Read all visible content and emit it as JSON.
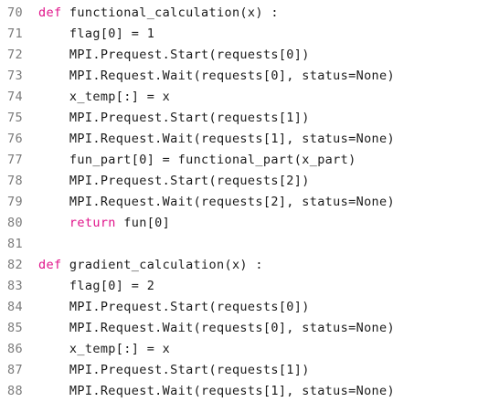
{
  "editor": {
    "keyword_color": "#e0138a",
    "lines": [
      {
        "number": "70",
        "indent": "",
        "keyword": "def",
        "text": " functional_calculation(x) :"
      },
      {
        "number": "71",
        "indent": "    ",
        "keyword": "",
        "text": "flag[0] = 1"
      },
      {
        "number": "72",
        "indent": "    ",
        "keyword": "",
        "text": "MPI.Prequest.Start(requests[0])"
      },
      {
        "number": "73",
        "indent": "    ",
        "keyword": "",
        "text": "MPI.Request.Wait(requests[0], status=None)"
      },
      {
        "number": "74",
        "indent": "    ",
        "keyword": "",
        "text": "x_temp[:] = x"
      },
      {
        "number": "75",
        "indent": "    ",
        "keyword": "",
        "text": "MPI.Prequest.Start(requests[1])"
      },
      {
        "number": "76",
        "indent": "    ",
        "keyword": "",
        "text": "MPI.Request.Wait(requests[1], status=None)"
      },
      {
        "number": "77",
        "indent": "    ",
        "keyword": "",
        "text": "fun_part[0] = functional_part(x_part)"
      },
      {
        "number": "78",
        "indent": "    ",
        "keyword": "",
        "text": "MPI.Prequest.Start(requests[2])"
      },
      {
        "number": "79",
        "indent": "    ",
        "keyword": "",
        "text": "MPI.Request.Wait(requests[2], status=None)"
      },
      {
        "number": "80",
        "indent": "    ",
        "keyword": "return",
        "text": " fun[0]"
      },
      {
        "number": "81",
        "indent": "",
        "keyword": "",
        "text": ""
      },
      {
        "number": "82",
        "indent": "",
        "keyword": "def",
        "text": " gradient_calculation(x) :"
      },
      {
        "number": "83",
        "indent": "    ",
        "keyword": "",
        "text": "flag[0] = 2"
      },
      {
        "number": "84",
        "indent": "    ",
        "keyword": "",
        "text": "MPI.Prequest.Start(requests[0])"
      },
      {
        "number": "85",
        "indent": "    ",
        "keyword": "",
        "text": "MPI.Request.Wait(requests[0], status=None)"
      },
      {
        "number": "86",
        "indent": "    ",
        "keyword": "",
        "text": "x_temp[:] = x"
      },
      {
        "number": "87",
        "indent": "    ",
        "keyword": "",
        "text": "MPI.Prequest.Start(requests[1])"
      },
      {
        "number": "88",
        "indent": "    ",
        "keyword": "",
        "text": "MPI.Request.Wait(requests[1], status=None)"
      }
    ]
  }
}
